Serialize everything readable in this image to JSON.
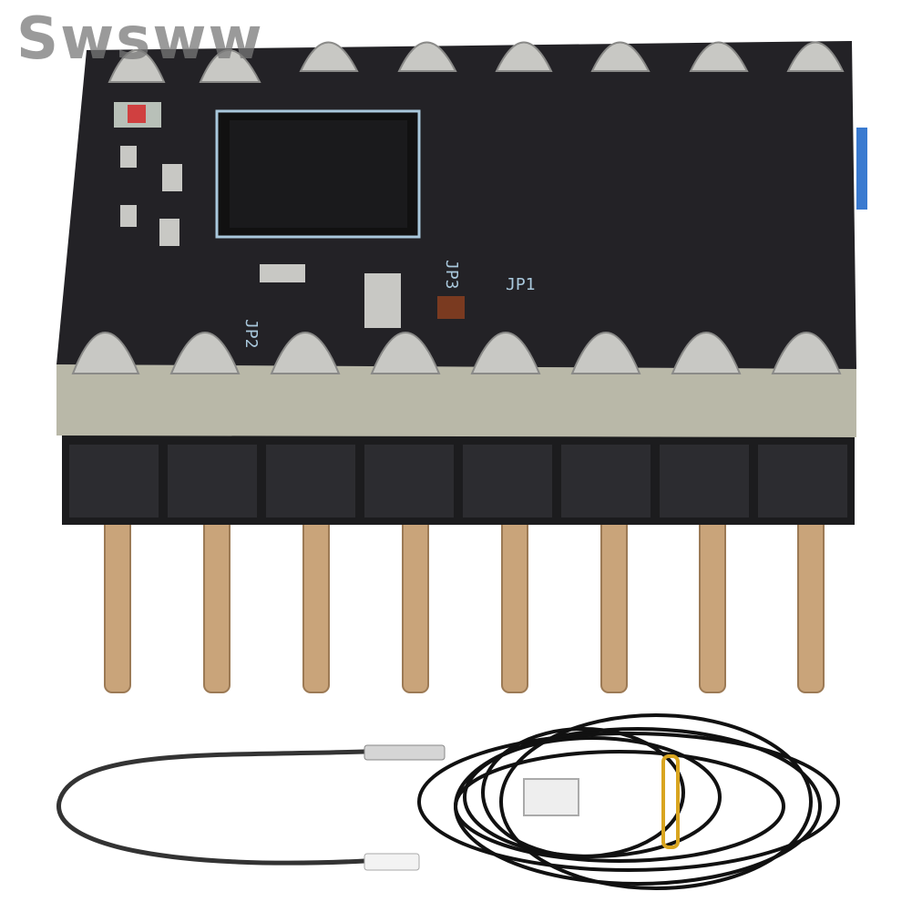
{
  "watermark": "Swsww",
  "product": {
    "silkscreen_labels": [
      "JP2",
      "JP3",
      "JP1"
    ],
    "colors": {
      "pcb": "#232226",
      "silkscreen": "#a9c8dc",
      "pins": "#c9a47a",
      "header": "#1c1c1e",
      "solder": "#c8c8c4"
    }
  }
}
